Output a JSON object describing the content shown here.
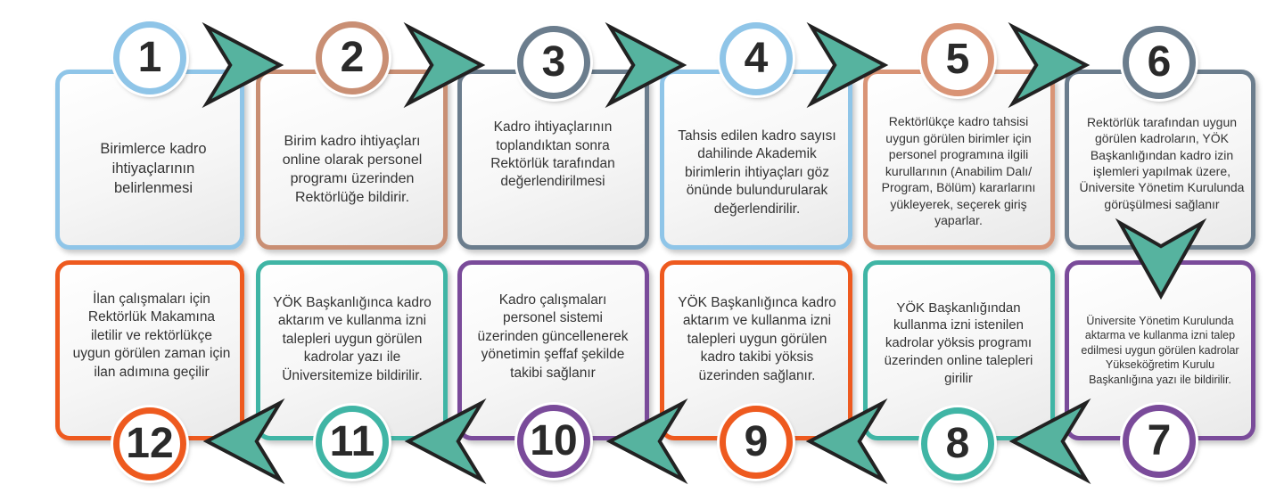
{
  "colors": {
    "arrow_fill": "#56b39f",
    "arrow_stroke": "#222222",
    "text": "#333333"
  },
  "steps": [
    {
      "number": "1",
      "color": "#8fc5e8",
      "text": "Birimlerce kadro ihtiyaçlarının belirlenmesi"
    },
    {
      "number": "2",
      "color": "#c98f74",
      "text": "Birim kadro ihtiyaçları online olarak personel programı üzerinden Rektörlüğe bildirir."
    },
    {
      "number": "3",
      "color": "#6b7d8d",
      "text": "Kadro ihtiyaçlarının toplandıktan sonra Rektörlük tarafından değerlendirilmesi"
    },
    {
      "number": "4",
      "color": "#8fc5e8",
      "text": "Tahsis edilen kadro sayısı dahilinde Akademik birimlerin ihtiyaçları göz önünde bulundurularak değerlendirilir."
    },
    {
      "number": "5",
      "color": "#d99476",
      "text": "Rektörlükçe kadro tahsisi uygun görülen birimler için personel programına ilgili kurullarının (Anabilim Dalı/ Program, Bölüm) kararlarını yükleyerek, seçerek giriş yaparlar."
    },
    {
      "number": "6",
      "color": "#6b7d8d",
      "text": "Rektörlük tarafından uygun görülen kadroların, YÖK Başkanlığından kadro izin işlemleri yapılmak üzere, Üniversite Yönetim Kurulunda görüşülmesi sağlanır"
    },
    {
      "number": "7",
      "color": "#7a4b9a",
      "text": "Üniversite Yönetim Kurulunda aktarma ve kullanma izni talep edilmesi uygun görülen kadrolar Yükseköğretim Kurulu Başkanlığına yazı ile bildirilir."
    },
    {
      "number": "8",
      "color": "#40b5a5",
      "text": "YÖK Başkanlığından kullanma izni istenilen kadrolar yöksis programı üzerinden online talepleri girilir"
    },
    {
      "number": "9",
      "color": "#ee5a1f",
      "text": "YÖK Başkanlığınca kadro aktarım ve kullanma izni talepleri uygun görülen kadro takibi yöksis üzerinden sağlanır."
    },
    {
      "number": "10",
      "color": "#7a4b9a",
      "text": "Kadro çalışmaları personel sistemi üzerinden güncellenerek yönetimin şeffaf şekilde takibi sağlanır"
    },
    {
      "number": "11",
      "color": "#40b5a5",
      "text": "YÖK Başkanlığınca kadro aktarım ve kullanma izni talepleri uygun görülen kadrolar yazı ile Üniversitemize bildirilir."
    },
    {
      "number": "12",
      "color": "#ee5a1f",
      "text": "İlan çalışmaları için Rektörlük Makamına iletilir ve rektörlükçe uygun görülen zaman için ilan adımına geçilir"
    }
  ]
}
